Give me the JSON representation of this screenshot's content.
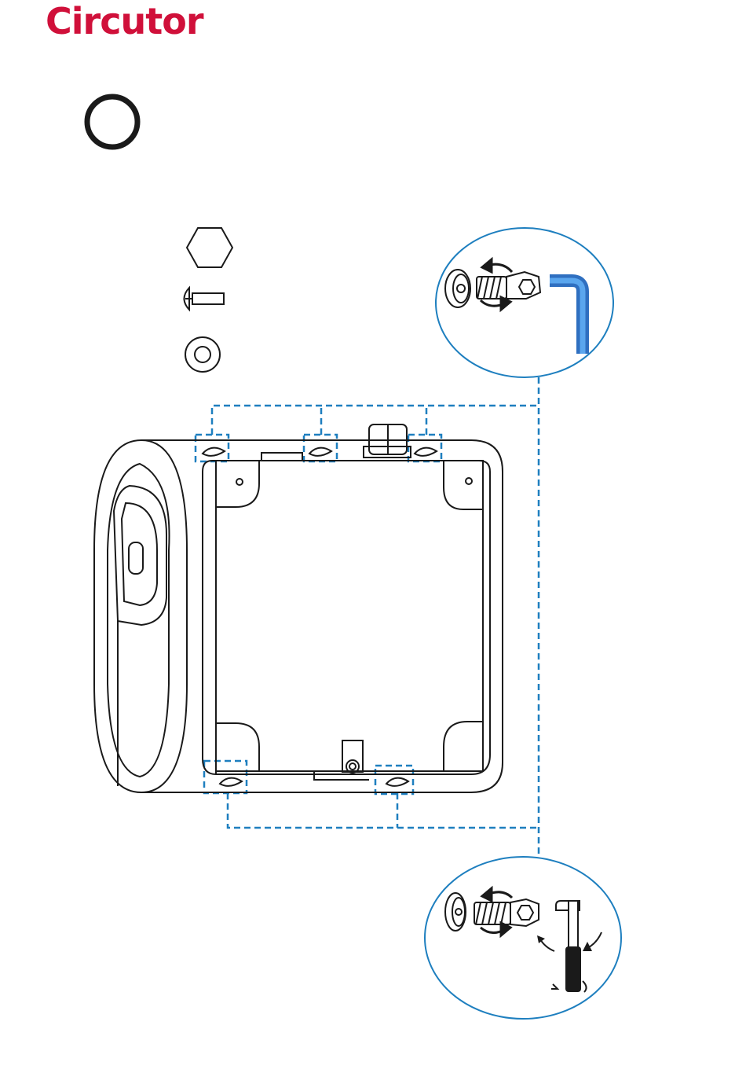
{
  "brand": {
    "name": "Circutor",
    "color": "#d0103a"
  },
  "colors": {
    "line": "#1a1a1a",
    "dash": "#1e7fbf",
    "hexkey": "#3a8fe0"
  },
  "step_marker": {
    "shape": "circle-outline"
  },
  "parts_legend": [
    {
      "icon": "hex-nut-icon"
    },
    {
      "icon": "screw-icon"
    },
    {
      "icon": "washer-icon"
    }
  ],
  "details": [
    {
      "name": "detail-top",
      "tool": "hex-key-icon"
    },
    {
      "name": "detail-bottom",
      "tool": "socket-wrench-icon"
    }
  ]
}
